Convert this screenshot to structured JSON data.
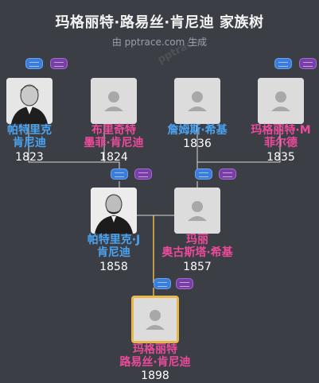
{
  "title": "玛格丽特·路易丝·肯尼迪 家族树",
  "subtitle": "由 pptrace.com 生成",
  "watermark": "pptrace",
  "colors": {
    "background": "#3b3e45",
    "male": "#4aa3f0",
    "female": "#ee4a9c",
    "line": "#d8d8d8",
    "selected_line": "#e8b84a",
    "button_blue": "#3b7ddd",
    "button_purple": "#7a3ea8"
  },
  "people": {
    "patrick_grandfather": {
      "name_line1": "帕特里克",
      "name_line2": "肯尼迪",
      "year": "1823",
      "gender": "male",
      "photo": "portrait"
    },
    "bridget": {
      "name_line1": "布里奇特",
      "name_line2": "墨菲·肯尼迪",
      "year": "1824",
      "gender": "female",
      "photo": "placeholder"
    },
    "james": {
      "name_line1": "詹姆斯·希基",
      "name_line2": "",
      "year": "1836",
      "gender": "male",
      "photo": "placeholder"
    },
    "margaret_m": {
      "name_line1": "玛格丽特·M",
      "name_line2": "菲尔德",
      "year": "1835",
      "gender": "female",
      "photo": "placeholder"
    },
    "patrick_j": {
      "name_line1": "帕特里克·J",
      "name_line2": "肯尼迪",
      "year": "1858",
      "gender": "male",
      "photo": "portrait"
    },
    "mary": {
      "name_line1": "玛丽",
      "name_line2": "奥古斯塔·希基",
      "year": "1857",
      "gender": "female",
      "photo": "placeholder"
    },
    "margaret_louise": {
      "name_line1": "玛格丽特",
      "name_line2": "路易丝·肯尼迪",
      "year": "1898",
      "gender": "female",
      "photo": "placeholder",
      "selected": true
    }
  },
  "icons": {
    "expand_male": "expand-male-ancestors-icon",
    "expand_female": "expand-female-ancestors-icon",
    "person_placeholder": "person-silhouette-icon"
  }
}
